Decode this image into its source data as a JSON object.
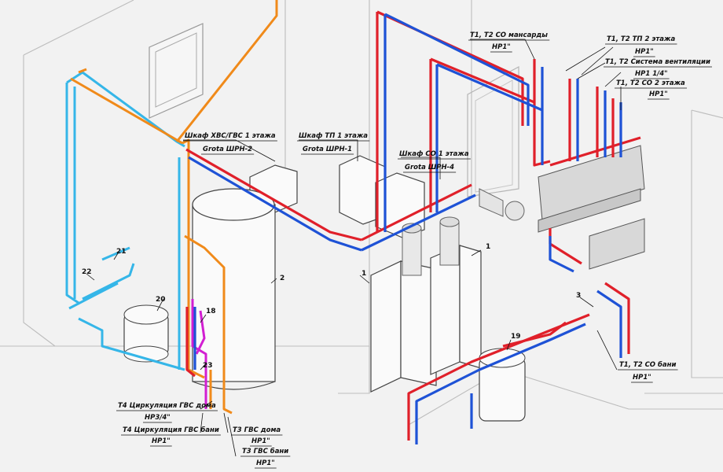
{
  "labels": {
    "shkaf_hvs": "Шкаф ХВС/ГВС 1 этажа",
    "grota_2": "Grota ШРН-2",
    "shkaf_tp1": "Шкаф ТП 1 этажа",
    "grota_1": "Grota ШРН-1",
    "shkaf_co1": "Шкаф СО 1 этажа",
    "grota_4": "Grota ШРН-4",
    "co_mansard": "Т1, Т2 СО мансарды",
    "co_mansard_size": "НР1\"",
    "tp2": "Т1, Т2 ТП 2 этажа",
    "tp2_size": "НР1\"",
    "vent": "Т1, Т2 Система вентиляции",
    "vent_size": "НР1 1/4\"",
    "co2": "Т1, Т2 СО 2 этажа",
    "co2_size": "НР1\"",
    "co_bani": "Т1, Т2 СО бани",
    "co_bani_size": "НР1\"",
    "t4_doma": "Т4 Циркуляция ГВС дома",
    "t4_doma_size": "НР3/4\"",
    "t4_bani": "Т4 Циркуляция ГВС бани",
    "t4_bani_size": "НР1\"",
    "t3_doma": "Т3 ГВС дома",
    "t3_doma_size": "НР1\"",
    "t3_bani": "Т3 ГВС бани",
    "t3_bani_size": "НР1\""
  },
  "callouts": {
    "c1a": "1",
    "c1b": "1",
    "c2": "2",
    "c3": "3",
    "c18": "18",
    "c19": "19",
    "c20": "20",
    "c21": "21",
    "c22": "22",
    "c23": "23"
  },
  "colors": {
    "supply": "#e0202a",
    "return": "#1e52d6",
    "cold_water": "#35b6e8",
    "hot_water": "#f08a1a",
    "circulation": "#d21ed2"
  }
}
